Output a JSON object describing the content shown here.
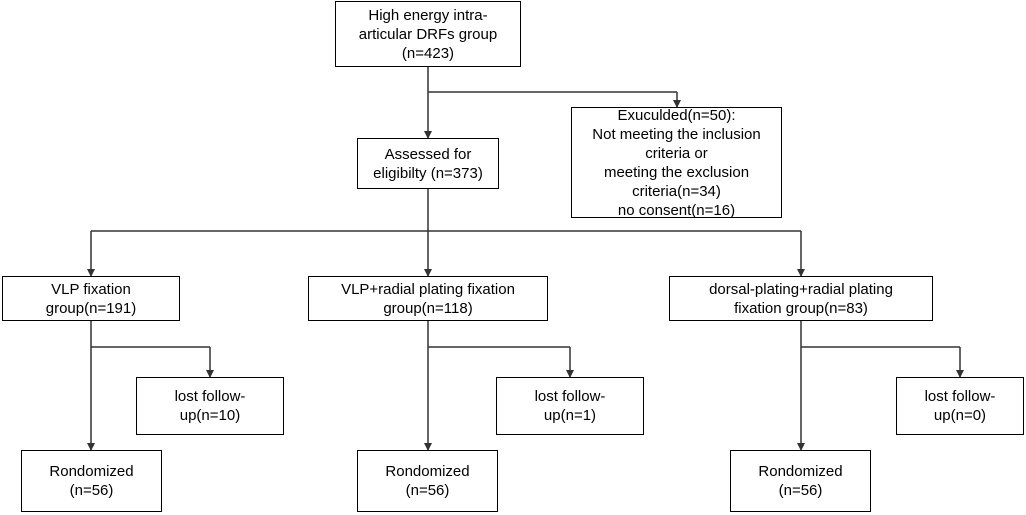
{
  "diagram": {
    "nodes": {
      "source": {
        "lines": [
          "High energy intra-",
          "articular DRFs group",
          "(n=423)"
        ]
      },
      "excluded": {
        "lines": [
          "Exuculded(n=50):",
          "Not meeting the inclusion",
          "criteria or",
          "meeting the exclusion",
          "criteria(n=34)",
          "no consent(n=16)"
        ]
      },
      "assessed": {
        "lines": [
          "Assessed for",
          "eligibilty (n=373)"
        ]
      },
      "group_vlp": {
        "lines": [
          "VLP fixation",
          "group(n=191)"
        ]
      },
      "group_vlp_radial": {
        "lines": [
          "VLP+radial plating fixation",
          "group(n=118)"
        ]
      },
      "group_dorsal_radial": {
        "lines": [
          "dorsal-plating+radial plating",
          "fixation group(n=83)"
        ]
      },
      "lost_vlp": {
        "lines": [
          "lost follow-",
          "up(n=10)"
        ]
      },
      "lost_vlp_radial": {
        "lines": [
          "lost follow-",
          "up(n=1)"
        ]
      },
      "lost_dorsal_radial": {
        "lines": [
          "lost follow-",
          "up(n=0)"
        ]
      },
      "rand_vlp": {
        "lines": [
          "Rondomized",
          "(n=56)"
        ]
      },
      "rand_vlp_radial": {
        "lines": [
          "Rondomized",
          "(n=56)"
        ]
      },
      "rand_dorsal_radial": {
        "lines": [
          "Rondomized",
          "(n=56)"
        ]
      }
    }
  }
}
